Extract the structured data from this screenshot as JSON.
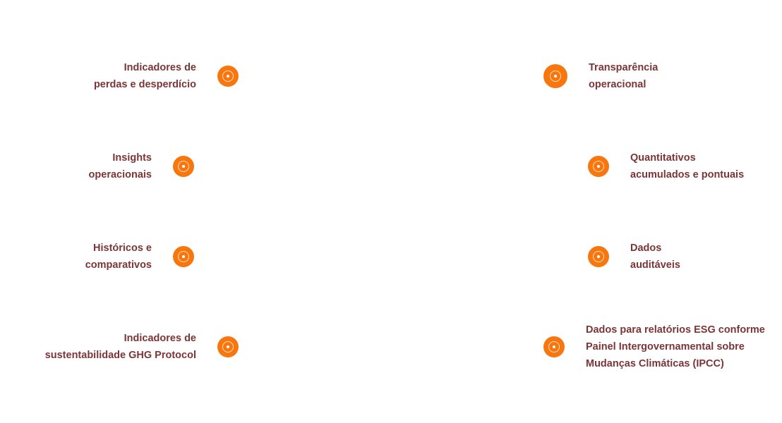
{
  "left_items": [
    {
      "lines": [
        "Indicadores de",
        "perdas e desperdício"
      ]
    },
    {
      "lines": [
        "Insights",
        "operacionais"
      ]
    },
    {
      "lines": [
        "Históricos e",
        "comparativos"
      ]
    },
    {
      "lines": [
        "Indicadores de",
        "sustentabilidade GHG Protocol"
      ]
    }
  ],
  "right_items": [
    {
      "lines": [
        "Transparência",
        "operacional"
      ]
    },
    {
      "lines": [
        "Quantitativos",
        "acumulados e pontuais"
      ]
    },
    {
      "lines": [
        "Dados",
        "auditáveis"
      ]
    },
    {
      "lines": [
        "Dados para relatórios ESG conforme",
        "Painel Intergovernamental sobre",
        "Mudanças Climáticas (IPCC)"
      ]
    }
  ],
  "colors": {
    "accent": "#f7760d",
    "text": "#7b3537"
  }
}
